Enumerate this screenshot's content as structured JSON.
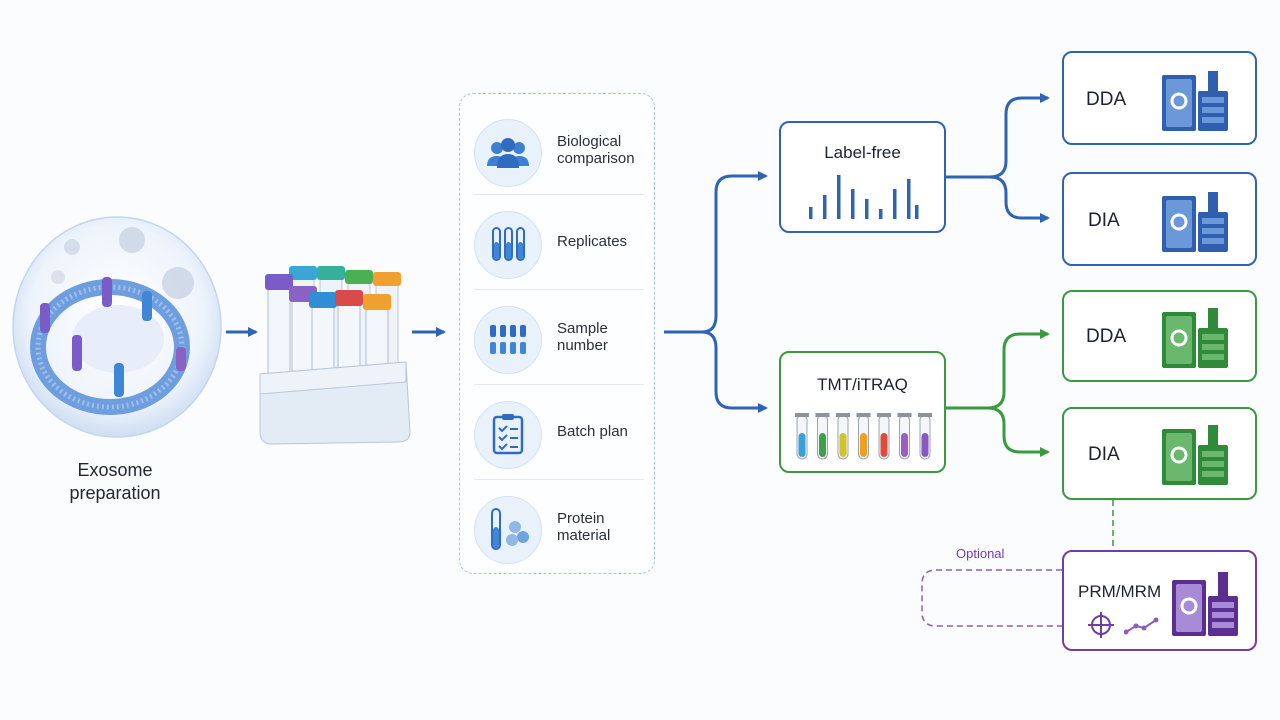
{
  "exosome": {
    "label": "Exosome\npreparation"
  },
  "design_factors": {
    "items": [
      {
        "label": "Biological\ncomparison",
        "icon": "people-icon"
      },
      {
        "label": "Replicates",
        "icon": "test-tubes-icon"
      },
      {
        "label": "Sample\nnumber",
        "icon": "tube-grid-icon"
      },
      {
        "label": "Batch plan",
        "icon": "clipboard-icon"
      },
      {
        "label": "Protein\nmaterial",
        "icon": "protein-tube-icon"
      }
    ]
  },
  "quantification": {
    "label_free": {
      "title": "Label-free",
      "color": "#2f63b3"
    },
    "tmt": {
      "title": "TMT/iTRAQ",
      "color": "#3a9a3f",
      "tube_colors": [
        "#3aa0d8",
        "#3aa348",
        "#d2c22b",
        "#f0a020",
        "#e04a3a",
        "#9b5cc4",
        "#8a56c0"
      ]
    }
  },
  "acquisition": {
    "label_free": [
      {
        "title": "DDA"
      },
      {
        "title": "DIA"
      }
    ],
    "tmt": [
      {
        "title": "DDA"
      },
      {
        "title": "DIA"
      }
    ],
    "targeted": {
      "title": "PRM/MRM",
      "optional_label": "Optional",
      "color": "#6f3fa6"
    }
  }
}
